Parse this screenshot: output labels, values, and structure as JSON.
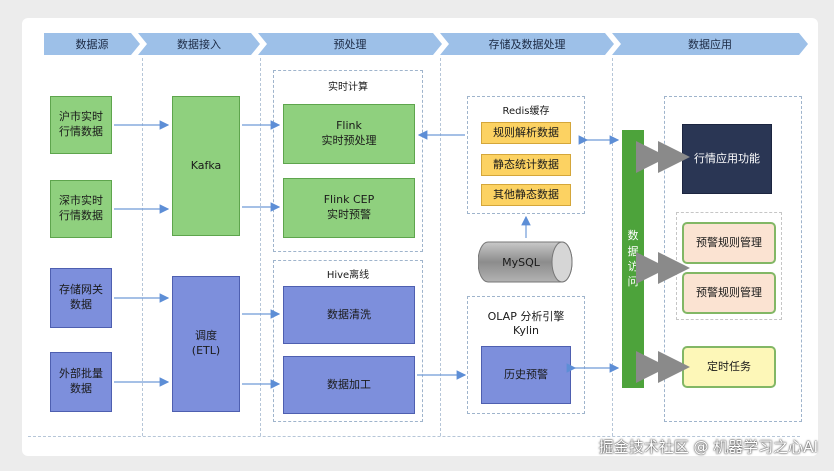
{
  "headers": [
    "数据源",
    "数据接入",
    "预处理",
    "存储及数据处理",
    "数据应用"
  ],
  "sources": [
    "沪市实时\n行情数据",
    "深市实时\n行情数据",
    "存储网关\n数据",
    "外部批量\n数据"
  ],
  "ingest": {
    "kafka": "Kafka",
    "etl": "调度\n(ETL)"
  },
  "realtime": {
    "title": "实时计算",
    "flink": "Flink\n实时预处理",
    "flink_cep": "Flink CEP\n实时预警"
  },
  "hive": {
    "title": "Hive离线",
    "clean": "数据清洗",
    "process": "数据加工"
  },
  "redis": {
    "title": "Redis缓存",
    "items": [
      "规则解析数据",
      "静态统计数据",
      "其他静态数据"
    ]
  },
  "mysql": "MySQL",
  "olap": {
    "title": "OLAP 分析引擎\nKylin",
    "history": "历史预警"
  },
  "access": "数\n据\n访\n问",
  "apps": {
    "market": "行情应用功能",
    "rules": [
      "预警规则管理",
      "预警规则管理"
    ],
    "timer": "定时任务"
  },
  "watermark": "掘金技术社区 @ 机器学习之心AI",
  "colors": {
    "green": "#8fd07e",
    "blue": "#7d8fdc",
    "yellow": "#fcd262",
    "navy": "#2a3654",
    "header": "#9dc0e8",
    "access_bar": "#4da33b"
  }
}
